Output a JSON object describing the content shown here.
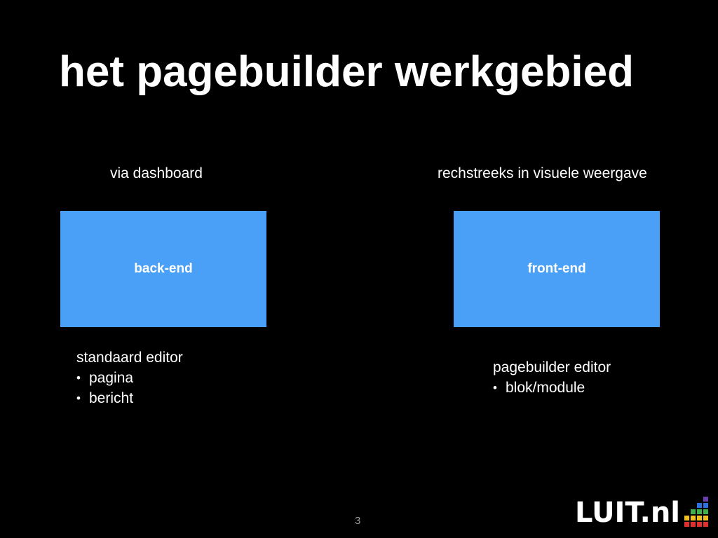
{
  "slide": {
    "title": "het pagebuilder werkgebied",
    "left": {
      "caption": "via dashboard",
      "box_label": "back-end",
      "notes_heading": "standaard editor",
      "bullets": [
        "pagina",
        "bericht"
      ]
    },
    "right": {
      "caption": "rechstreeks in visuele weergave",
      "box_label": "front-end",
      "notes_heading": "pagebuilder editor",
      "bullets": [
        "blok/module"
      ]
    },
    "page_number": "3",
    "logo_text": "LUIT.nl"
  },
  "colors": {
    "background": "#000000",
    "box": "#4a9ff6",
    "text": "#ffffff"
  }
}
